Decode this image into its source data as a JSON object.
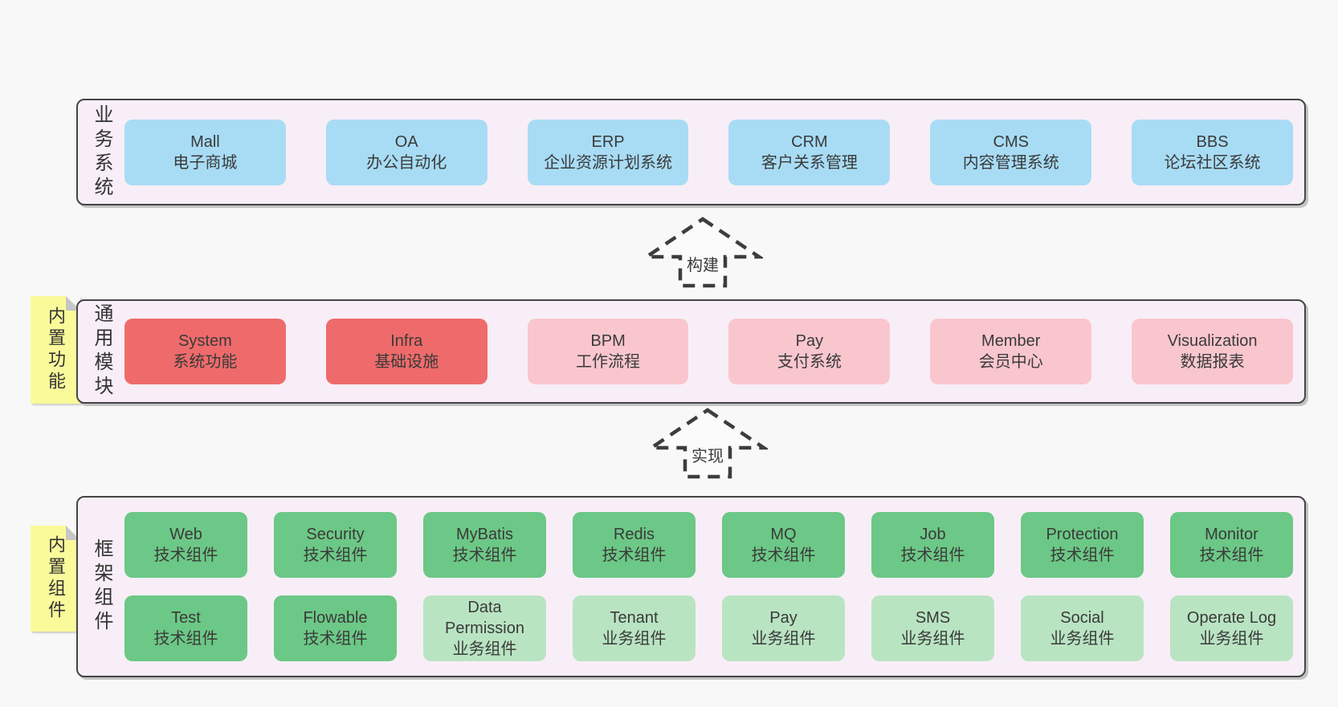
{
  "colors": {
    "page_bg": "#f8f8f8",
    "band_bg": "#f8eef7",
    "band_border": "#454545",
    "blue_box": "#a8dcf5",
    "red_box": "#ef6b6b",
    "pink_box": "#f9c6ce",
    "green_box": "#6cc886",
    "light_green_box": "#b9e4c2",
    "sticky_yellow": "#fafa9b",
    "text": "#3a3a3a"
  },
  "bands": [
    {
      "label": "业务系统",
      "boxes": [
        {
          "title": "Mall",
          "subtitle": "电子商城"
        },
        {
          "title": "OA",
          "subtitle": "办公自动化"
        },
        {
          "title": "ERP",
          "subtitle": "企业资源计划系统"
        },
        {
          "title": "CRM",
          "subtitle": "客户关系管理"
        },
        {
          "title": "CMS",
          "subtitle": "内容管理系统"
        },
        {
          "title": "BBS",
          "subtitle": "论坛社区系统"
        }
      ]
    },
    {
      "label": "通用模块",
      "sticky": "内置功能",
      "boxes": [
        {
          "title": "System",
          "subtitle": "系统功能"
        },
        {
          "title": "Infra",
          "subtitle": "基础设施"
        },
        {
          "title": "BPM",
          "subtitle": "工作流程"
        },
        {
          "title": "Pay",
          "subtitle": "支付系统"
        },
        {
          "title": "Member",
          "subtitle": "会员中心"
        },
        {
          "title": "Visualization",
          "subtitle": "数据报表"
        }
      ]
    },
    {
      "label": "框架组件",
      "sticky": "内置组件",
      "rows": [
        [
          {
            "title": "Web",
            "subtitle": "技术组件"
          },
          {
            "title": "Security",
            "subtitle": "技术组件"
          },
          {
            "title": "MyBatis",
            "subtitle": "技术组件"
          },
          {
            "title": "Redis",
            "subtitle": "技术组件"
          },
          {
            "title": "MQ",
            "subtitle": "技术组件"
          },
          {
            "title": "Job",
            "subtitle": "技术组件"
          },
          {
            "title": "Protection",
            "subtitle": "技术组件"
          },
          {
            "title": "Monitor",
            "subtitle": "技术组件"
          }
        ],
        [
          {
            "title": "Test",
            "subtitle": "技术组件"
          },
          {
            "title": "Flowable",
            "subtitle": "技术组件"
          },
          {
            "title": "Data Permission",
            "subtitle": "业务组件"
          },
          {
            "title": "Tenant",
            "subtitle": "业务组件"
          },
          {
            "title": "Pay",
            "subtitle": "业务组件"
          },
          {
            "title": "SMS",
            "subtitle": "业务组件"
          },
          {
            "title": "Social",
            "subtitle": "业务组件"
          },
          {
            "title": "Operate Log",
            "subtitle": "业务组件"
          }
        ]
      ]
    }
  ],
  "arrows": [
    {
      "label": "构建"
    },
    {
      "label": "实现"
    }
  ]
}
